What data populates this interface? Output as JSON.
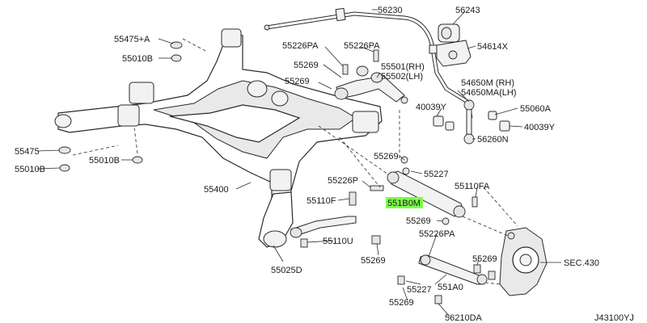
{
  "diagram": {
    "highlight_color": "#7CFC4C",
    "labels": {
      "p56230": "56230",
      "p56243": "56243",
      "p54614x": "54614X",
      "p55475a": "55475+A",
      "p55010b_top": "55010B",
      "p55226pa_a": "55226PA",
      "p55226pa_b": "55226PA",
      "p55269_a": "55269",
      "p55501": "55501(RH)",
      "p55502": "55502(LH)",
      "p55269_b": "55269",
      "p54650m": "54650M (RH)",
      "p54650ma": "54650MA(LH)",
      "p40039y_a": "40039Y",
      "p55060a": "55060A",
      "p40039y_b": "40039Y",
      "p56260n": "56260N",
      "p55475": "55475",
      "p55010b_left": "55010B",
      "p55010b_mid": "55010B",
      "p55269_c": "55269",
      "p55227_a": "55227",
      "p55226p": "55226P",
      "p55400": "55400",
      "p55110fa": "55110FA",
      "p55110f": "55110F",
      "p551b0m": "551B0M",
      "p55269_d": "55269",
      "p55226pa_c": "55226PA",
      "p55110u": "55110U",
      "p55269_e": "55269",
      "p55269_f": "55269",
      "sec430": "SEC.430",
      "p55025d": "55025D",
      "p55227_b": "55227",
      "p551a0": "551A0",
      "p55269_g": "55269",
      "p56210da": "56210DA",
      "drawing_code": "J43100YJ"
    }
  }
}
